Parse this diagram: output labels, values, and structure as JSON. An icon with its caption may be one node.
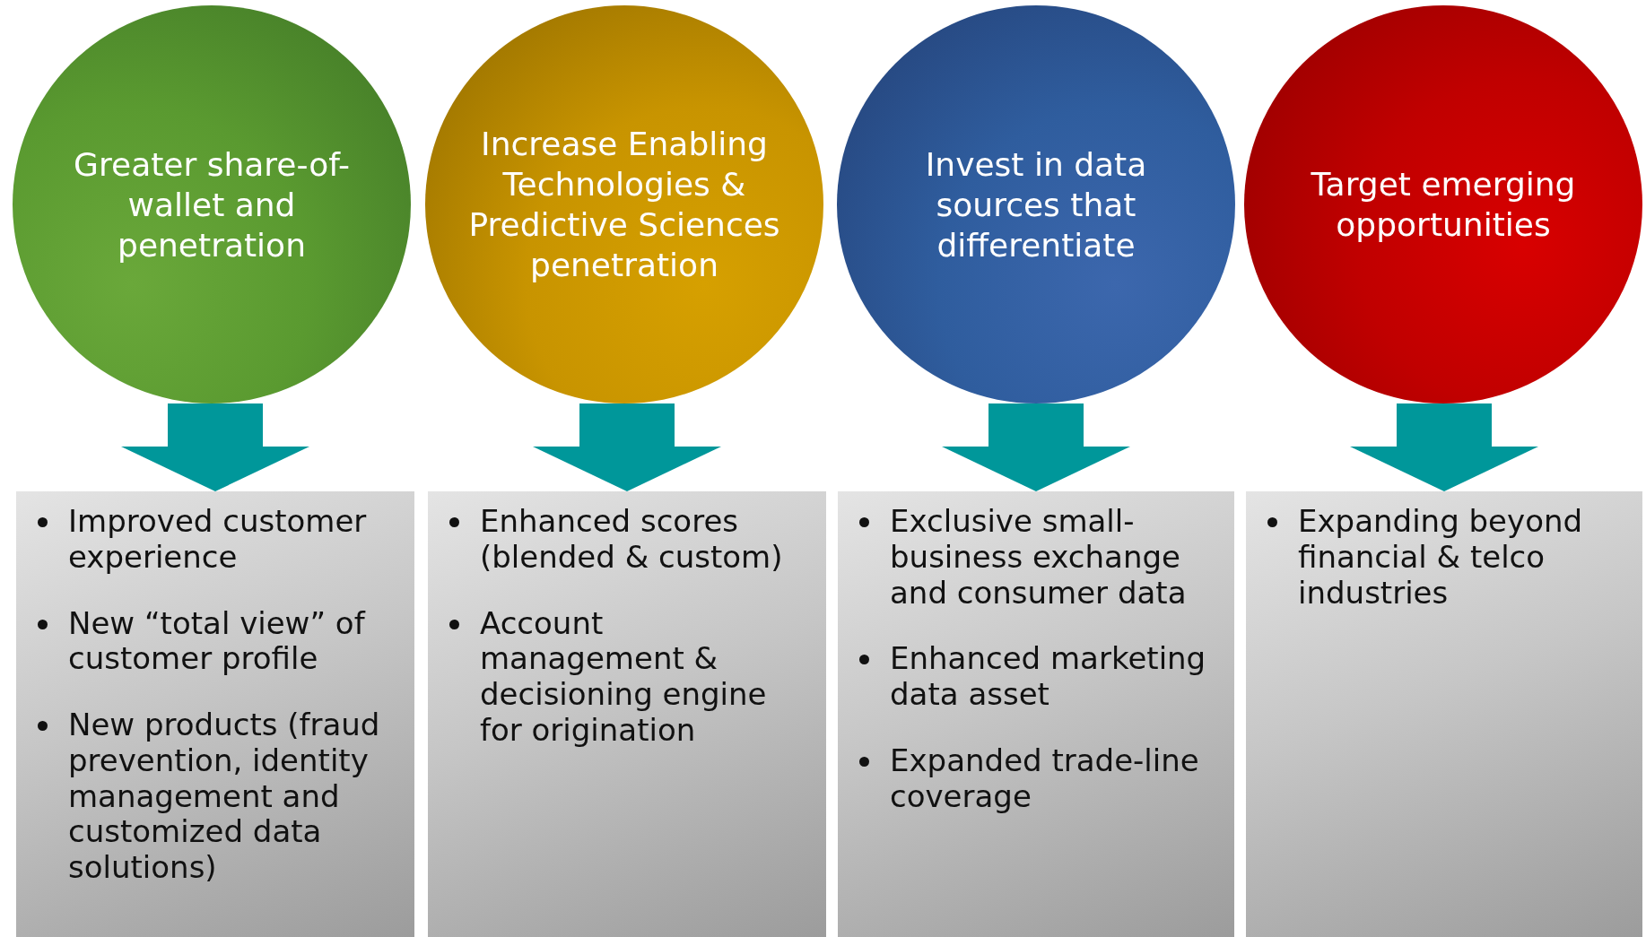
{
  "diagram": {
    "nodes": [
      {
        "text": [
          "Greater share-of-wallet and penetration"
        ]
      },
      {
        "text": [
          "Increase Enabling Technologies & Predictive Sciences penetration"
        ]
      },
      {
        "text": [
          "Invest in data sources that differentiate"
        ]
      },
      {
        "text": [
          "Target emerging opportunities"
        ]
      },
      {
        "text": [
          "Improved customer experience",
          "New “total view” of customer profile",
          "New products (fraud prevention, identity management and customized data solutions)"
        ]
      },
      {
        "text": [
          "Enhanced scores (blended & custom)",
          "Account management & decisioning engine for origination"
        ]
      },
      {
        "text": [
          "Exclusive small-business exchange and consumer data",
          "Enhanced marketing data asset",
          "Expanded trade-line coverage"
        ]
      },
      {
        "text": [
          "Expanding beyond financial & telco industries"
        ]
      }
    ],
    "edges": [
      {
        "from": 0,
        "to": 4,
        "arrow": "to"
      },
      {
        "from": 1,
        "to": 5,
        "arrow": "to"
      },
      {
        "from": 2,
        "to": 6,
        "arrow": "to"
      },
      {
        "from": 3,
        "to": 7,
        "arrow": "to"
      }
    ]
  }
}
